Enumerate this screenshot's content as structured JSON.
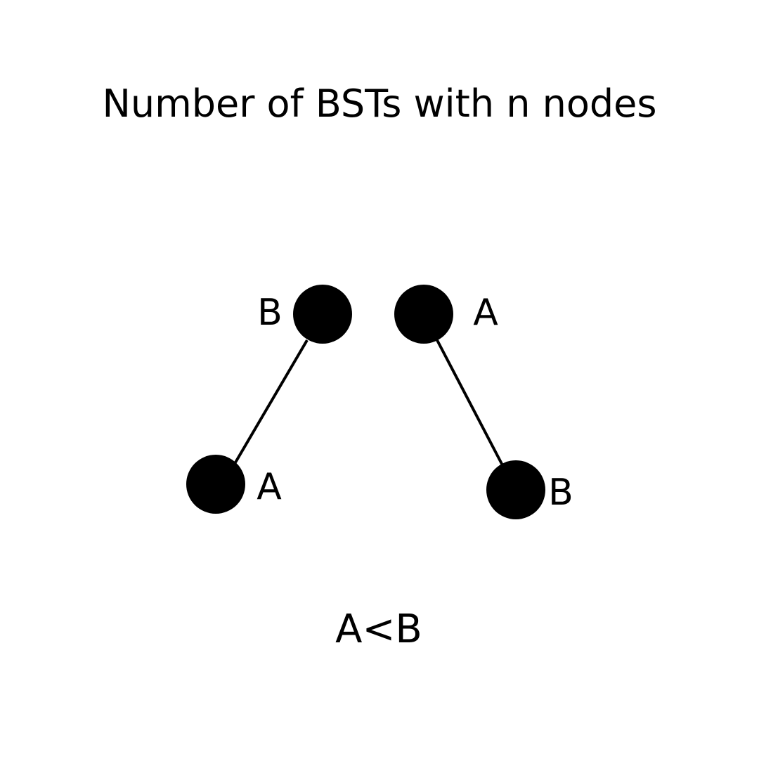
{
  "title": "Number of BSTs with n nodes",
  "caption": "A<B",
  "colors": {
    "background": "#ffffff",
    "ink": "#000000"
  },
  "trees": [
    {
      "root": {
        "label": "B"
      },
      "child": {
        "label": "A",
        "side": "left"
      }
    },
    {
      "root": {
        "label": "A"
      },
      "child": {
        "label": "B",
        "side": "right"
      }
    }
  ]
}
